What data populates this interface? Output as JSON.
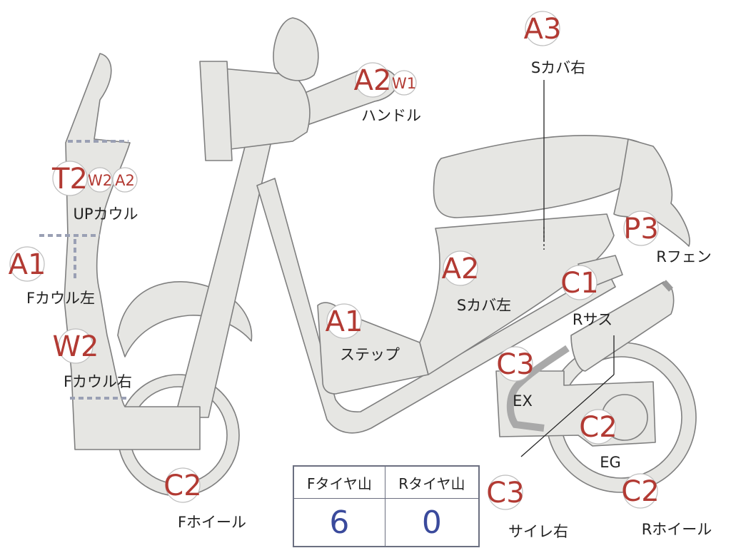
{
  "diagram": {
    "marks": [
      {
        "grade": "A3",
        "label": "Sカバ右"
      },
      {
        "grade": "A2",
        "label": "ハンドル"
      },
      {
        "grade": "W1",
        "label": ""
      },
      {
        "grade": "T2",
        "label": "UPカウル"
      },
      {
        "grade": "W2",
        "label": ""
      },
      {
        "grade": "A2",
        "label": ""
      },
      {
        "grade": "A1",
        "label": "Fカウル左"
      },
      {
        "grade": "W2",
        "label": "Fカウル右"
      },
      {
        "grade": "A1",
        "label": "ステップ"
      },
      {
        "grade": "A2",
        "label": "Sカバ左"
      },
      {
        "grade": "P3",
        "label": "Rフェン"
      },
      {
        "grade": "C1",
        "label": "Rサス"
      },
      {
        "grade": "C3",
        "label": "EX"
      },
      {
        "grade": "C2",
        "label": "EG"
      },
      {
        "grade": "C3",
        "label": "サイレ右"
      },
      {
        "grade": "C2",
        "label": "Rホイール"
      },
      {
        "grade": "C2",
        "label": "Fホイール"
      }
    ]
  },
  "tire_table": {
    "headers": [
      "Fタイヤ山",
      "Rタイヤ山"
    ],
    "values": [
      "6",
      "0"
    ]
  },
  "colors": {
    "body_fill": "#e6e6e3",
    "outline": "#7f7f7f",
    "grade_text": "#b23a33",
    "table_value": "#3a4a9c"
  }
}
